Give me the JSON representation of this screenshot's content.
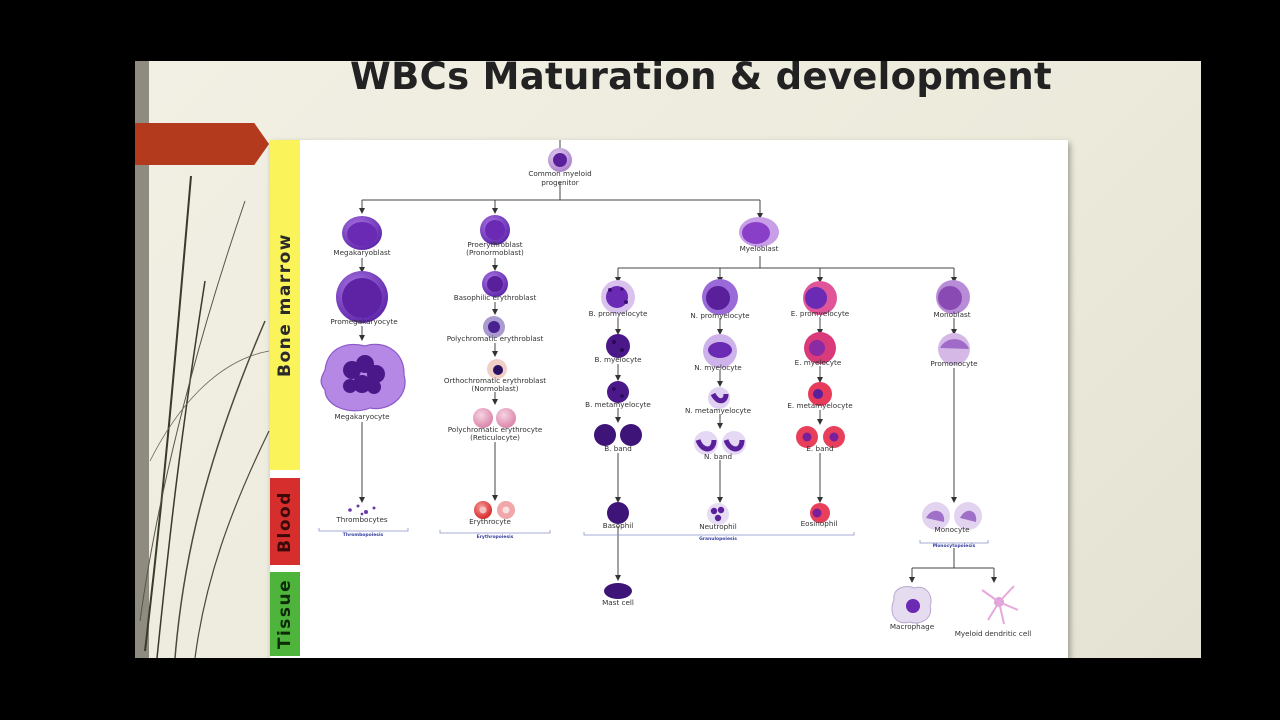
{
  "slide_title": "WBCs Maturation & development",
  "bands": {
    "bone_marrow": "Bone marrow",
    "blood": "Blood",
    "tissue": "Tissue"
  },
  "cells": {
    "cmp": "Common myeloid",
    "cmp2": "progenitor",
    "megakaryoblast": "Megakaryoblast",
    "promegakaryocyte": "Promegakaryocyte",
    "megakaryocyte": "Megakaryocyte",
    "thrombocytes": "Thrombocytes",
    "proerythroblast": "Proerythroblast",
    "proerythroblast2": "(Pronormoblast)",
    "basophilic_erythroblast": "Basophilic erythroblast",
    "polychromatic_erythroblast": "Polychromatic erythroblast",
    "orthochromatic_erythroblast": "Orthochromatic erythroblast",
    "orthochromatic_erythroblast2": "(Normoblast)",
    "polychromatic_erythrocyte": "Polychromatic erythrocyte",
    "polychromatic_erythrocyte2": "(Reticulocyte)",
    "erythrocyte": "Erythrocyte",
    "myeloblast": "Myeloblast",
    "b_promyelocyte": "B. promyelocyte",
    "b_myelocyte": "B. myelocyte",
    "b_metamyelocyte": "B. metamyelocyte",
    "b_band": "B. band",
    "basophil": "Basophil",
    "mast_cell": "Mast cell",
    "n_promyelocyte": "N. promyelocyte",
    "n_myelocyte": "N. myelocyte",
    "n_metamyelocyte": "N. metamyelocyte",
    "n_band": "N. band",
    "neutrophil": "Neutrophil",
    "e_promyelocyte": "E. promyelocyte",
    "e_myelocyte": "E. myelocyte",
    "e_metamyelocyte": "E. metamyelocyte",
    "e_band": "E. band",
    "eosinophil": "Eosinophil",
    "monoblast": "Monoblast",
    "promonocyte": "Promonocyte",
    "monocyte": "Monocyte",
    "macrophage": "Macrophage",
    "dendritic_cell": "Myeloid dendritic cell"
  },
  "processes": {
    "thrombopoiesis": "Thrombopoiesis",
    "erythropoiesis": "Erythropoiesis",
    "granulopoiesis": "Granulopoiesis",
    "monocytopoiesis": "Monocytopoiesis"
  },
  "colors": {
    "accent": "#b33a1d",
    "bone_marrow": "#fbf35a",
    "blood": "#d62d2d",
    "tissue": "#4fb43b",
    "cell_purple": "#6a2fb8",
    "cell_pink": "#e8a6c4"
  }
}
